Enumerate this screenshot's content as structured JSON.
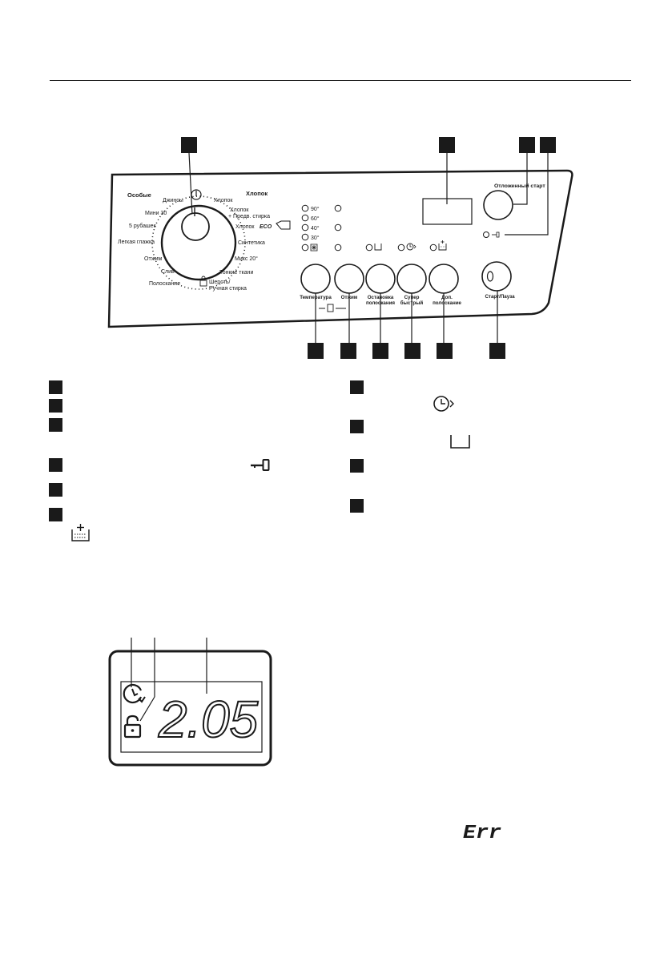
{
  "panel": {
    "dial_groups": {
      "special": "Особые",
      "cotton": "Хлопок"
    },
    "left_programs": [
      "Джинсы",
      "Мини 30",
      "5 рубашек",
      "Легкая глажка",
      "Отжим",
      "Слив",
      "Полоскание"
    ],
    "right_programs": [
      "Хлопок",
      "Хлопок",
      "+ Предв. стирка",
      "Хлопок",
      "ECO",
      "Синтетика",
      "Микс 20°",
      "Тонкие ткани",
      "Шерсть/",
      "Ручная стирка"
    ],
    "temperatures": [
      "90°",
      "60°",
      "40°",
      "30°"
    ],
    "delayed_start": "Отложенный старт",
    "buttons": [
      {
        "line1": "Температура",
        "line2": ""
      },
      {
        "line1": "Отжим",
        "line2": ""
      },
      {
        "line1": "Остановка",
        "line2": "полоскания"
      },
      {
        "line1": "Супер",
        "line2": "быстрый"
      },
      {
        "line1": "Доп.",
        "line2": "полоскание"
      },
      {
        "line1": "Старт/Пауза",
        "line2": ""
      }
    ]
  },
  "display_readout": "2.05",
  "error_code": "Err",
  "icons": [
    "power-icon",
    "key-lock-icon",
    "delay-timer-icon",
    "rinse-hold-icon",
    "extra-rinse-icon",
    "padlock-icon",
    "snowflake-icon",
    "child-lock-icon"
  ]
}
